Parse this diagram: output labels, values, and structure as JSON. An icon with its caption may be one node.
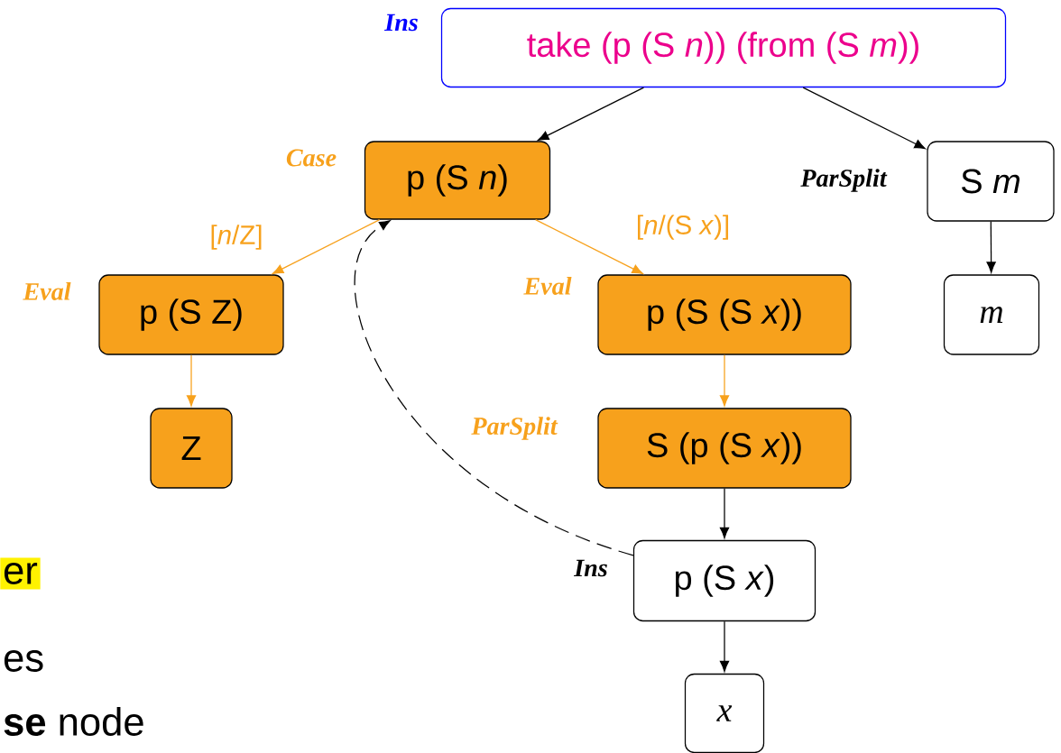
{
  "diagram": {
    "nodes": [
      {
        "text": [
          "take (p (S *n*)) (from (S *m*))"
        ],
        "beside": [
          "Ins"
        ]
      },
      {
        "text": [
          "p (S *n*)"
        ],
        "beside": [
          "Case"
        ]
      },
      {
        "text": [
          "S *m*"
        ],
        "beside": [
          "ParSplit"
        ]
      },
      {
        "text": [
          "m"
        ]
      },
      {
        "text": [
          "p (S Z)"
        ],
        "beside": [
          "Eval"
        ]
      },
      {
        "text": [
          "Z"
        ]
      },
      {
        "text": [
          "p (S (S *x*))"
        ],
        "beside": [
          "Eval"
        ]
      },
      {
        "text": [
          "S (p (S *x*))"
        ],
        "beside": [
          "ParSplit"
        ]
      },
      {
        "text": [
          "p (S *x*)"
        ],
        "beside": [
          "Ins"
        ]
      },
      {
        "text": [
          "x"
        ]
      }
    ],
    "edges": [
      {
        "from": 0,
        "to": 1,
        "arrow": "to"
      },
      {
        "from": 0,
        "to": 2,
        "arrow": "to"
      },
      {
        "from": 1,
        "to": 4,
        "arrow": "to",
        "label": "[*n*/Z]",
        "color": "#f7a11c"
      },
      {
        "from": 1,
        "to": 6,
        "arrow": "to",
        "label": "[*n*/(S *x*)]",
        "color": "#f7a11c"
      },
      {
        "from": 2,
        "to": 3,
        "arrow": "to"
      },
      {
        "from": 4,
        "to": 5,
        "arrow": "to",
        "color": "#f7a11c"
      },
      {
        "from": 6,
        "to": 7,
        "arrow": "to",
        "color": "#f7a11c"
      },
      {
        "from": 7,
        "to": 8,
        "arrow": "to"
      },
      {
        "from": 8,
        "to": 9,
        "arrow": "to"
      },
      {
        "from": 8,
        "to": 1,
        "arrow": "to",
        "style": "dashed"
      }
    ],
    "labels": [
      "er",
      "es",
      "**se** node"
    ]
  }
}
